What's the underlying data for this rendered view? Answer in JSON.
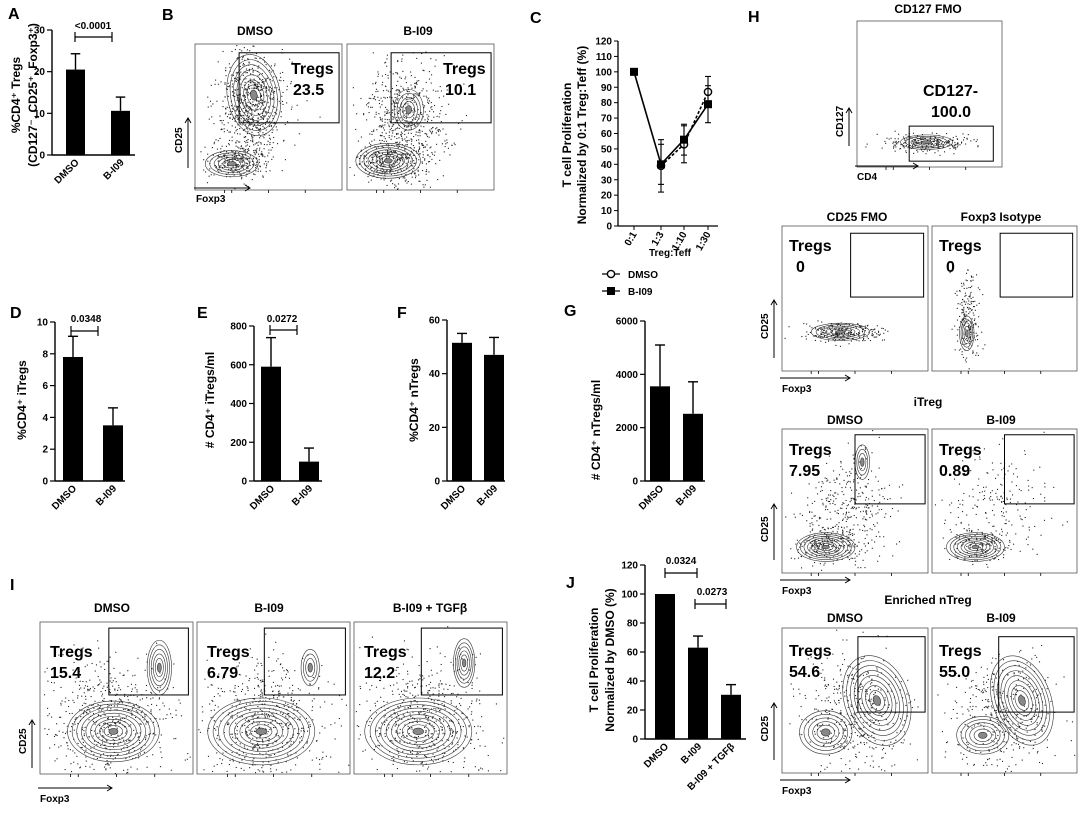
{
  "panels": {
    "A": {
      "letter": "A",
      "ylabel_line1": "%CD4⁺ Tregs",
      "ylabel_line2": "(CD127⁻, CD25⁺, Foxp3⁺)",
      "pvalue": "<0.0001"
    },
    "B": {
      "letter": "B",
      "title_dmso": "DMSO",
      "title_bi09": "B-I09",
      "gate_dmso": {
        "name": "Tregs",
        "value": "23.5"
      },
      "gate_bi09": {
        "name": "Tregs",
        "value": "10.1"
      },
      "ylabel": "CD25",
      "xlabel": "Foxp3"
    },
    "C": {
      "letter": "C",
      "ylabel_line1": "T cell Proliferation",
      "ylabel_line2": "Normalized by 0:1 Treg:Teff (%)",
      "xlabel": "Treg:Teff",
      "legend": [
        "DMSO",
        "B-I09"
      ]
    },
    "D": {
      "letter": "D",
      "ylabel": "%CD4⁺ iTregs",
      "pvalue": "0.0348"
    },
    "E": {
      "letter": "E",
      "ylabel": "# CD4⁺ iTregs/ml",
      "pvalue": "0.0272"
    },
    "F": {
      "letter": "F",
      "ylabel": "%CD4⁺ nTregs"
    },
    "G": {
      "letter": "G",
      "ylabel": "# CD4⁺ nTregs/ml"
    },
    "H": {
      "letter": "H",
      "fmo_title": "CD127 FMO",
      "fmo_gate_name": "CD127-",
      "fmo_gate_value": "100.0",
      "fmo_ylabel": "CD127",
      "fmo_xlabel": "CD4",
      "cd25fmo_title": "CD25 FMO",
      "foxp3iso_title": "Foxp3 Isotype",
      "cd25fmo_gate": {
        "name": "Tregs",
        "value": "0"
      },
      "foxp3iso_gate": {
        "name": "Tregs",
        "value": "0"
      },
      "itreg_title": "iTreg",
      "itreg_dmso": "DMSO",
      "itreg_bi09": "B-I09",
      "itreg_gate_dmso": {
        "name": "Tregs",
        "value": "7.95"
      },
      "itreg_gate_bi09": {
        "name": "Tregs",
        "value": "0.89"
      },
      "ntreg_title": "Enriched nTreg",
      "ntreg_dmso": "DMSO",
      "ntreg_bi09": "B-I09",
      "ntreg_gate_dmso": {
        "name": "Tregs",
        "value": "54.6"
      },
      "ntreg_gate_bi09": {
        "name": "Tregs",
        "value": "55.0"
      },
      "ylabel": "CD25",
      "xlabel": "Foxp3"
    },
    "I": {
      "letter": "I",
      "title_dmso": "DMSO",
      "title_bi09": "B-I09",
      "title_tgf": "B-I09 + TGFβ",
      "gate_dmso": {
        "name": "Tregs",
        "value": "15.4"
      },
      "gate_bi09": {
        "name": "Tregs",
        "value": "6.79"
      },
      "gate_tgf": {
        "name": "Tregs",
        "value": "12.2"
      },
      "ylabel": "CD25",
      "xlabel": "Foxp3"
    },
    "J": {
      "letter": "J",
      "ylabel_line1": "T cell Proliferation",
      "ylabel_line2": "Normalized by DMSO (%)",
      "pvalue1": "0.0324",
      "pvalue2": "0.0273"
    }
  },
  "chart_data": [
    {
      "panel": "A",
      "type": "bar",
      "categories": [
        "DMSO",
        "B-I09"
      ],
      "values": [
        20.5,
        10.6
      ],
      "errors": [
        3.8,
        3.3
      ],
      "ylim": [
        0,
        30
      ],
      "yticks": [
        0,
        10,
        20,
        30
      ]
    },
    {
      "panel": "C",
      "type": "line",
      "categories": [
        "0:1",
        "1:3",
        "1:10",
        "1:30"
      ],
      "ylim": [
        0,
        120
      ],
      "yticks": [
        0,
        10,
        20,
        30,
        40,
        50,
        60,
        70,
        80,
        90,
        100,
        110,
        120
      ],
      "series": [
        {
          "name": "DMSO",
          "values": [
            null,
            39,
            53,
            87
          ],
          "errors": [
            null,
            17,
            12,
            10
          ]
        },
        {
          "name": "B-I09",
          "values": [
            100,
            40,
            56,
            79
          ],
          "errors": [
            null,
            13,
            10,
            12
          ]
        }
      ]
    },
    {
      "panel": "D",
      "type": "bar",
      "categories": [
        "DMSO",
        "B-I09"
      ],
      "values": [
        7.8,
        3.5
      ],
      "errors": [
        1.3,
        1.1
      ],
      "ylim": [
        0,
        10
      ],
      "yticks": [
        0,
        2,
        4,
        6,
        8,
        10
      ]
    },
    {
      "panel": "E",
      "type": "bar",
      "categories": [
        "DMSO",
        "B-I09"
      ],
      "values": [
        590,
        100
      ],
      "errors": [
        150,
        70
      ],
      "ylim": [
        0,
        800
      ],
      "yticks": [
        0,
        200,
        400,
        600,
        800
      ]
    },
    {
      "panel": "F",
      "type": "bar",
      "categories": [
        "DMSO",
        "B-I09"
      ],
      "values": [
        51.5,
        47
      ],
      "errors": [
        3.5,
        6.5
      ],
      "ylim": [
        0,
        60
      ],
      "yticks": [
        0,
        20,
        40,
        60
      ]
    },
    {
      "panel": "G",
      "type": "bar",
      "categories": [
        "DMSO",
        "B-I09"
      ],
      "values": [
        3550,
        2520
      ],
      "errors": [
        1550,
        1200
      ],
      "ylim": [
        0,
        6000
      ],
      "yticks": [
        0,
        2000,
        4000,
        6000
      ]
    },
    {
      "panel": "J",
      "type": "bar",
      "categories": [
        "DMSO",
        "B-I09",
        "B-I09 + TGFβ"
      ],
      "values": [
        100,
        63,
        30.5
      ],
      "errors": [
        0,
        8,
        7
      ],
      "ylim": [
        0,
        120
      ],
      "yticks": [
        0,
        20,
        40,
        60,
        80,
        100,
        120
      ]
    }
  ]
}
